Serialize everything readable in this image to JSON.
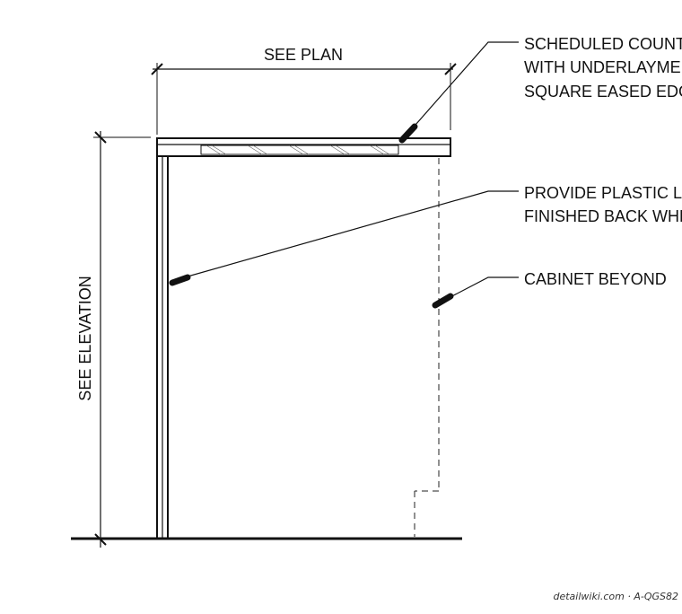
{
  "dimensions": {
    "plan_label": "SEE PLAN",
    "elevation_label": "SEE ELEVATION"
  },
  "notes": {
    "countertop": [
      "SCHEDULED COUNTE",
      "WITH UNDERLAYMEN",
      "SQUARE EASED EDG"
    ],
    "laminate": [
      "PROVIDE PLASTIC LA",
      "FINISHED BACK WHE"
    ],
    "cabinet": "CABINET BEYOND"
  },
  "watermark": "detailwiki.com · A-QGS82"
}
